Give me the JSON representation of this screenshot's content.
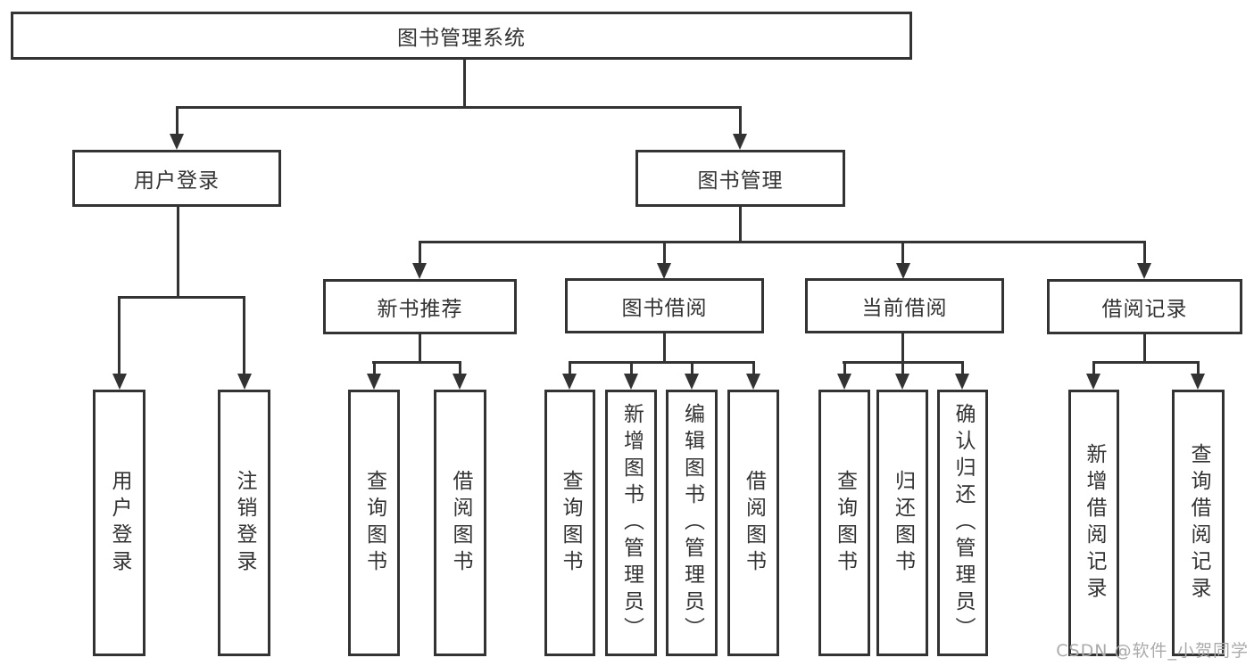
{
  "diagram": {
    "nodes": {
      "root": "图书管理系统",
      "user_login": "用户登录",
      "book_management": "图书管理",
      "new_book_recommend": "新书推荐",
      "book_borrow": "图书借阅",
      "current_borrow": "当前借阅",
      "borrow_record": "借阅记录"
    },
    "leaves": {
      "user_login": [
        "用户登录",
        "注销登录"
      ],
      "new_book_recommend": [
        "查询图书",
        "借阅图书"
      ],
      "book_borrow": [
        "查询图书",
        "新增图书（管理员）",
        "编辑图书（管理员）",
        "借阅图书"
      ],
      "current_borrow": [
        "查询图书",
        "归还图书",
        "确认归还（管理员）"
      ],
      "borrow_record": [
        "新增借阅记录",
        "查询借阅记录"
      ]
    },
    "watermark": "CSDN @软件_小贺同学",
    "colors": {
      "line": "#333333",
      "text": "#333333",
      "watermark": "#ababab",
      "background": "#ffffff"
    }
  }
}
